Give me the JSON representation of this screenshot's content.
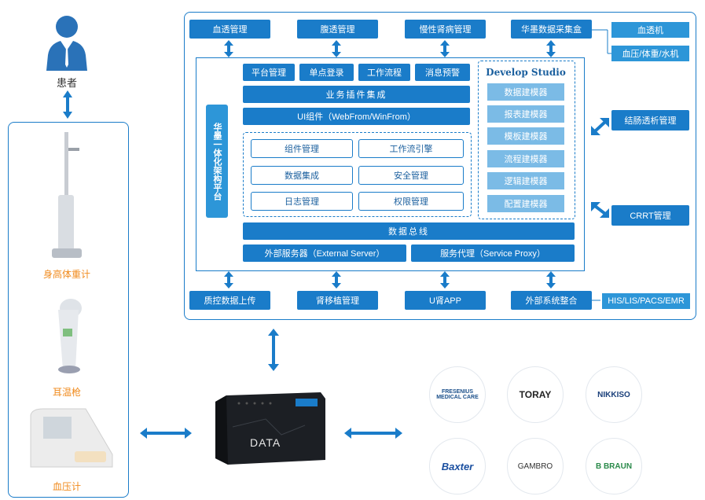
{
  "patient": {
    "label": "患者"
  },
  "devices": [
    {
      "label": "身高体重计"
    },
    {
      "label": "耳温枪"
    },
    {
      "label": "血压计"
    }
  ],
  "top_modules": [
    "血透管理",
    "腹透管理",
    "慢性肾病管理",
    "华墨数据采集盒"
  ],
  "top_side": [
    "血透机",
    "血压/体重/水机"
  ],
  "platform": {
    "vertical_label": "华墨一体化架构平台",
    "top_row": [
      "平台管理",
      "单点登录",
      "工作流程",
      "消息预警"
    ],
    "business": "业务插件集成",
    "ui": "UI组件（WebFrom/WinFrom）",
    "core": [
      "组件管理",
      "工作流引擎",
      "数据集成",
      "安全管理",
      "日志管理",
      "权限管理"
    ],
    "data_bus": "数据总线",
    "external_server": "外部服务器（External Server）",
    "service_proxy": "服务代理（Service Proxy）"
  },
  "studio": {
    "title": "Develop Studio",
    "items": [
      "数据建模器",
      "报表建模器",
      "模板建模器",
      "流程建模器",
      "逻辑建模器",
      "配置建模器"
    ]
  },
  "right_modules": [
    "结肠透析管理",
    "CRRT管理"
  ],
  "bottom_modules": [
    "质控数据上传",
    "肾移植管理",
    "U肾APP",
    "外部系统整合"
  ],
  "bottom_side": "HIS/LIS/PACS/EMR",
  "data_box": {
    "text": "DATA"
  },
  "brands": [
    "FRESENIUS MEDICAL CARE",
    "TORAY",
    "NIKKISO",
    "Baxter",
    "GAMBRO",
    "B BRAUN"
  ],
  "colors": {
    "primary": "#1a7cc9",
    "light": "#2d96d8",
    "studio": "#7bbbe6",
    "orange": "#f08a1c"
  }
}
